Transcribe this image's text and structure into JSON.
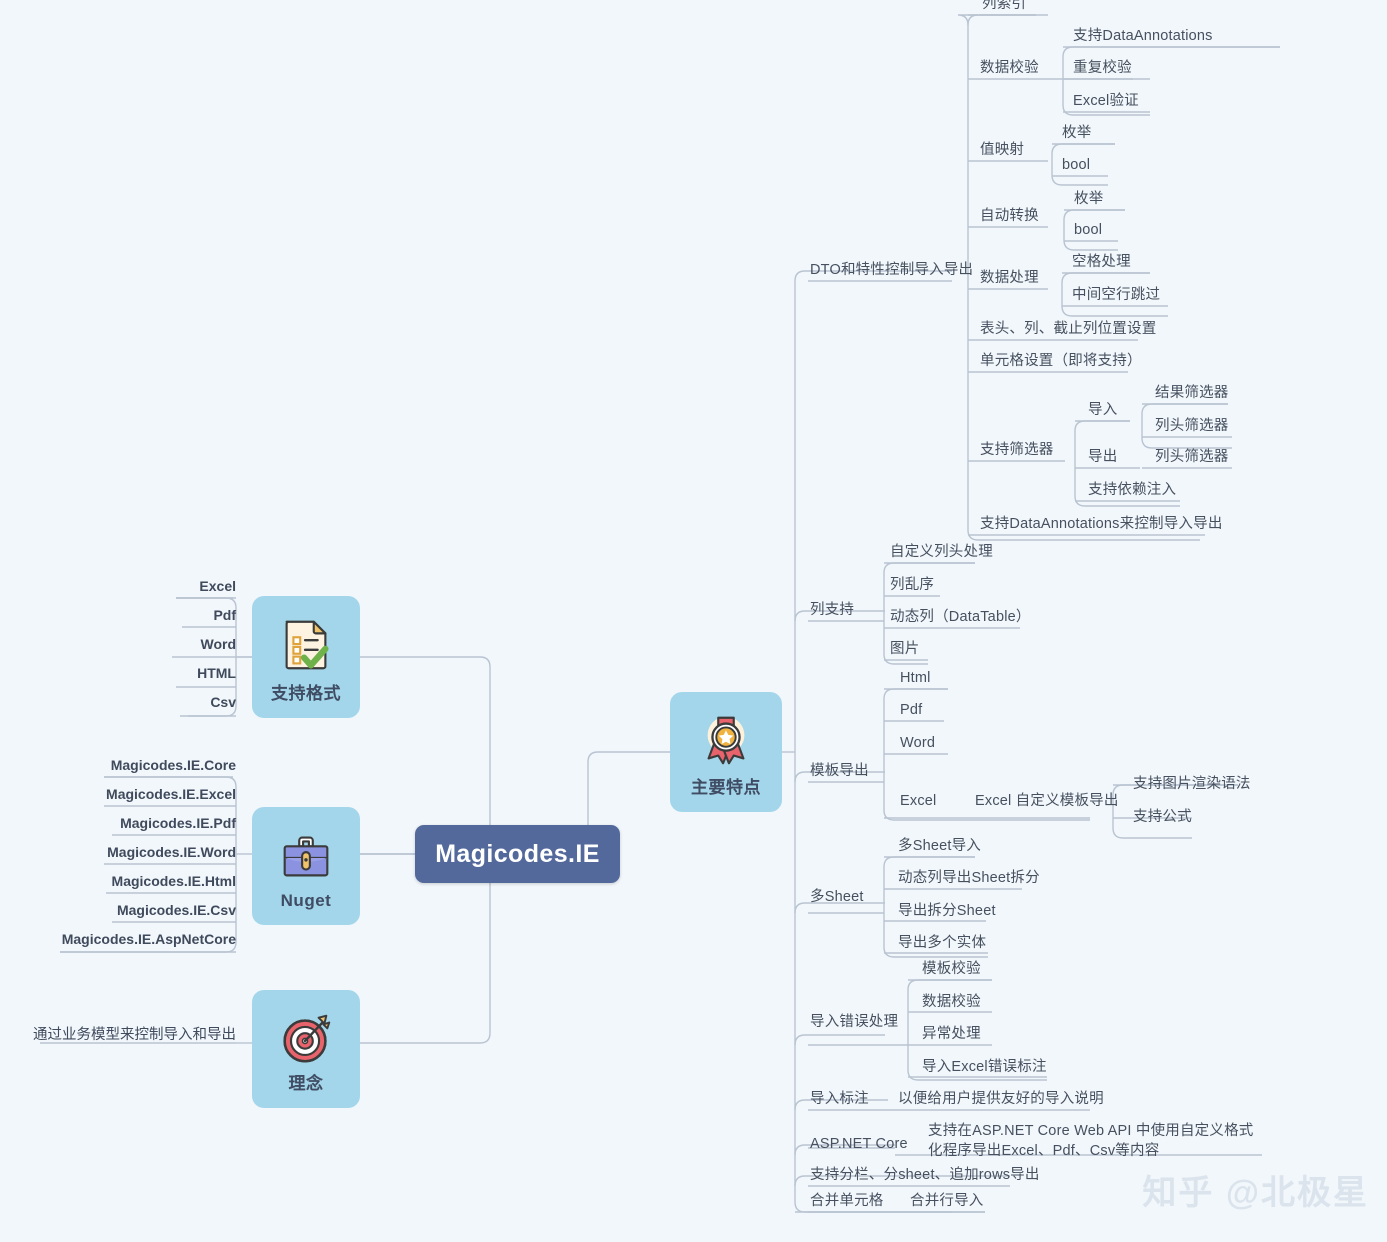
{
  "root": {
    "label": "Magicodes.IE",
    "color": "#53699b"
  },
  "watermark": "知乎 @北极星",
  "theme": {
    "background": "#f2f7fb",
    "card": "#a3d6ea",
    "link": "#b9c4d2",
    "text": "#46505f"
  },
  "left_branches": [
    {
      "id": "formats",
      "label": "支持格式",
      "icon": "document-checklist-icon",
      "children": [
        "Excel",
        "Pdf",
        "Word",
        "HTML",
        "Csv"
      ]
    },
    {
      "id": "nuget",
      "label": "Nuget",
      "icon": "briefcase-icon",
      "children": [
        "Magicodes.IE.Core",
        "Magicodes.IE.Excel",
        "Magicodes.IE.Pdf",
        "Magicodes.IE.Word",
        "Magicodes.IE.Html",
        "Magicodes.IE.Csv",
        "Magicodes.IE.AspNetCore"
      ]
    },
    {
      "id": "philosophy",
      "label": "理念",
      "icon": "target-icon",
      "children": [
        "通过业务模型来控制导入和导出"
      ]
    }
  ],
  "feature_node": {
    "label": "主要特点",
    "icon": "medal-icon"
  },
  "features": [
    {
      "id": "dto",
      "label": "DTO和特性控制导入导出",
      "children": [
        {
          "label": "列索引"
        },
        {
          "label": "数据校验",
          "children": [
            "支持DataAnnotations",
            "重复校验",
            "Excel验证"
          ]
        },
        {
          "label": "值映射",
          "children": [
            "枚举",
            "bool"
          ]
        },
        {
          "label": "自动转换",
          "children": [
            "枚举",
            "bool"
          ]
        },
        {
          "label": "数据处理",
          "children": [
            "空格处理",
            "中间空行跳过"
          ]
        },
        {
          "label": "表头、列、截止列位置设置"
        },
        {
          "label": "单元格设置（即将支持）"
        },
        {
          "label": "支持筛选器",
          "children_deep": [
            {
              "label": "导入",
              "children": [
                "结果筛选器",
                "列头筛选器"
              ]
            },
            {
              "label": "导出",
              "children": [
                "列头筛选器"
              ]
            },
            {
              "label": "支持依赖注入"
            }
          ]
        },
        {
          "label": "支持DataAnnotations来控制导入导出"
        }
      ]
    },
    {
      "id": "columns",
      "label": "列支持",
      "children": [
        {
          "label": "自定义列头处理"
        },
        {
          "label": "列乱序"
        },
        {
          "label": "动态列（DataTable）"
        },
        {
          "label": "图片"
        }
      ]
    },
    {
      "id": "template",
      "label": "模板导出",
      "children": [
        {
          "label": "Html"
        },
        {
          "label": "Pdf"
        },
        {
          "label": "Word"
        },
        {
          "label": "Excel",
          "child": "Excel 自定义模板导出",
          "grandchildren": [
            "支持图片渲染语法",
            "支持公式"
          ]
        }
      ]
    },
    {
      "id": "multisheet",
      "label": "多Sheet",
      "children": [
        {
          "label": "多Sheet导入"
        },
        {
          "label": "动态列导出Sheet拆分"
        },
        {
          "label": "导出拆分Sheet"
        },
        {
          "label": "导出多个实体"
        }
      ]
    },
    {
      "id": "import-errors",
      "label": "导入错误处理",
      "children": [
        {
          "label": "模板校验"
        },
        {
          "label": "数据校验"
        },
        {
          "label": "异常处理"
        },
        {
          "label": "导入Excel错误标注"
        }
      ]
    },
    {
      "id": "import-notes",
      "label": "导入标注",
      "children": [
        {
          "label": "以便给用户提供友好的导入说明"
        }
      ]
    },
    {
      "id": "aspnetcore",
      "label": "ASP.NET Core",
      "children": [
        {
          "label": "支持在ASP.NET Core Web API 中使用自定义格式化程序导出Excel、Pdf、Csv等内容"
        }
      ]
    },
    {
      "id": "columns-sheets-rows",
      "label": "支持分栏、分sheet、追加rows导出"
    },
    {
      "id": "merge-cells",
      "label": "合并单元格",
      "children": [
        {
          "label": "合并行导入"
        }
      ]
    }
  ]
}
